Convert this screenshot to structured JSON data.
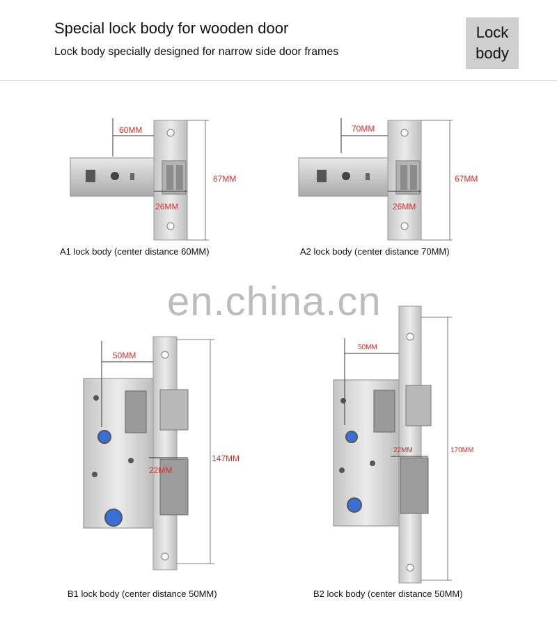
{
  "header": {
    "title": "Special lock body for wooden door",
    "subtitle": "Lock body specially designed for narrow side door frames",
    "tag_line1": "Lock",
    "tag_line2": "body"
  },
  "watermark": "en.china.cn",
  "items": [
    {
      "caption": "A1 lock body (center distance 60MM)",
      "center": "60MM",
      "height": "67MM",
      "face": "26MM"
    },
    {
      "caption": "A2 lock body (center distance 70MM)",
      "center": "70MM",
      "height": "67MM",
      "face": "26MM"
    },
    {
      "caption": "B1 lock body (center distance 50MM)",
      "center": "50MM",
      "height": "147MM",
      "face": "22MM"
    },
    {
      "caption": "B2 lock body (center distance 50MM)",
      "center": "50MM",
      "height": "170MM",
      "face": "22MM"
    }
  ]
}
